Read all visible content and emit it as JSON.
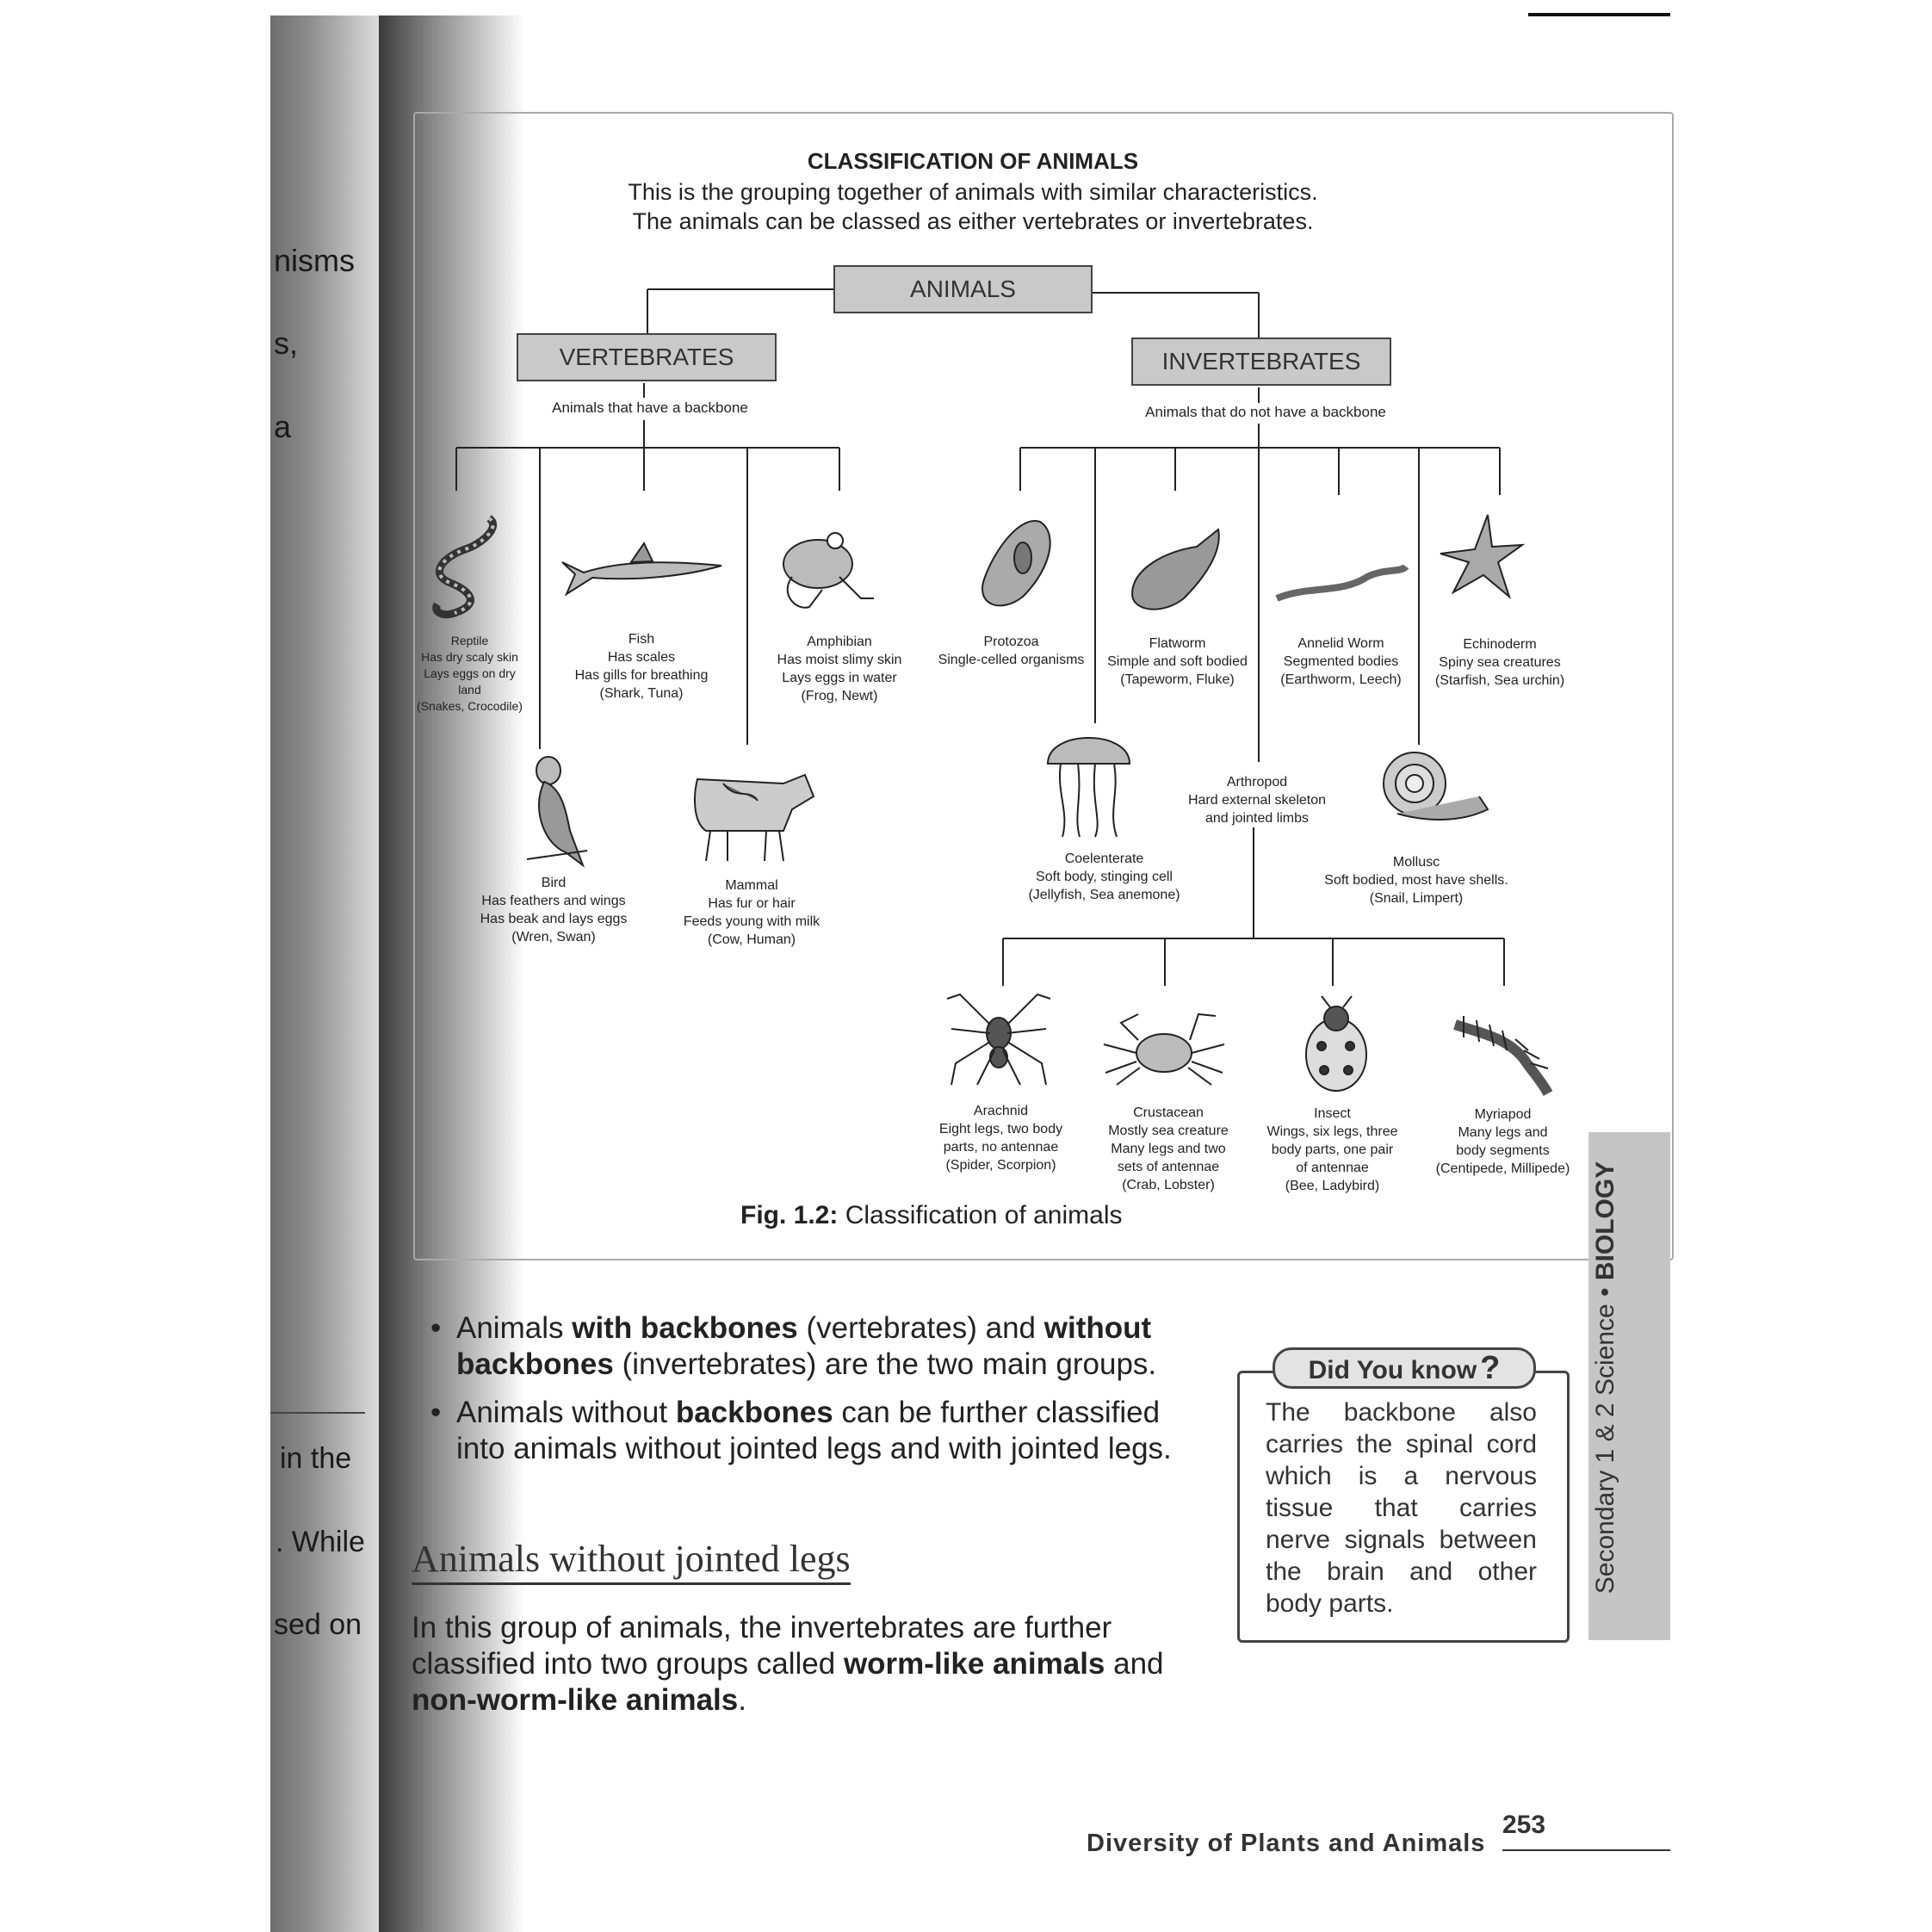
{
  "left_page": {
    "fragments": [
      "nisms",
      "s,",
      "a",
      "in the",
      ". While",
      "sed on"
    ]
  },
  "figure": {
    "title": "CLASSIFICATION OF ANIMALS",
    "intro_1": "This is the grouping together of animals with similar characteristics.",
    "intro_2": "The animals can be classed as either vertebrates or invertebrates.",
    "root": "ANIMALS",
    "vertebrates": {
      "label": "VERTEBRATES",
      "desc": "Animals that have a backbone"
    },
    "invertebrates": {
      "label": "INVERTEBRATES",
      "desc": "Animals that do not have a backbone"
    },
    "groups": {
      "reptile": "Reptile\nHas dry scaly skin\nLays eggs on dry land\n(Snakes, Crocodile)",
      "fish": "Fish\nHas scales\nHas gills for breathing\n(Shark, Tuna)",
      "amphibian": "Amphibian\nHas moist slimy skin\nLays eggs in water\n(Frog, Newt)",
      "bird": "Bird\nHas feathers and wings\nHas beak and lays eggs\n(Wren, Swan)",
      "mammal": "Mammal\nHas fur or hair\nFeeds young with milk\n(Cow, Human)",
      "protozoa": "Protozoa\nSingle-celled organisms",
      "flatworm": "Flatworm\nSimple and soft bodied\n(Tapeworm, Fluke)",
      "annelid": "Annelid Worm\nSegmented bodies\n(Earthworm, Leech)",
      "echinoderm": "Echinoderm\nSpiny sea creatures\n(Starfish, Sea urchin)",
      "coelenterate": "Coelenterate\nSoft body, stinging cell\n(Jellyfish, Sea anemone)",
      "arthropod": "Arthropod\nHard external skeleton\nand jointed limbs",
      "mollusc": "Mollusc\nSoft bodied, most have shells.\n(Snail, Limpert)",
      "arachnid": "Arachnid\nEight legs, two body\nparts, no antennae\n(Spider, Scorpion)",
      "crustacean": "Crustacean\nMostly sea creature\nMany legs and two\nsets of antennae\n(Crab, Lobster)",
      "insect": "Insect\nWings, six legs, three\nbody parts, one pair\nof antennae\n(Bee, Ladybird)",
      "myriapod": "Myriapod\nMany legs and\nbody segments\n(Centipede, Millipede)"
    },
    "caption_bold": "Fig. 1.2:",
    "caption_text": " Classification of animals"
  },
  "bullets": [
    {
      "t1": "Animals ",
      "b1": "with backbones",
      "t2": " (vertebrates) and ",
      "b2": "without backbones",
      "t3": " (invertebrates) are the two main groups."
    },
    {
      "t1": "Animals without ",
      "b1": "backbones",
      "t2": " can be further classified into animals without jointed legs and with jointed legs."
    }
  ],
  "section": {
    "heading": "Animals without jointed legs",
    "t1": "In this group of animals, the invertebrates are further classified into two groups called ",
    "b1": "worm-like animals",
    "t2": " and ",
    "b2": "non-worm-like animals",
    "t3": "."
  },
  "did_you_know": {
    "badge": "Did You know",
    "text": "The backbone also carries the spinal cord which is a nervous tissue that carries nerve signals between the brain and other body parts."
  },
  "side_tab": {
    "text": "Secondary 1 & 2 Science",
    "sep": " • ",
    "bold": "BIOLOGY"
  },
  "footer": {
    "title": "Diversity of Plants and Animals",
    "page": "253"
  }
}
